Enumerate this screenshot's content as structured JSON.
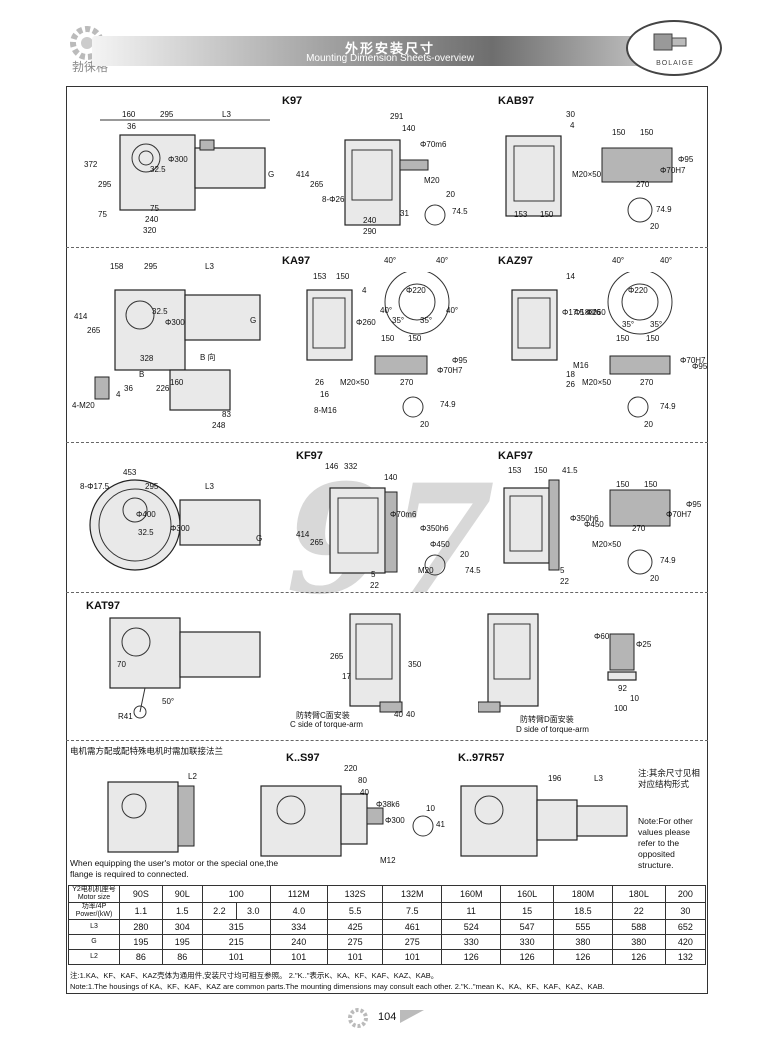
{
  "header": {
    "title_cn": "外形安装尺寸",
    "title_en": "Mounting Dimension Sheets-overview",
    "brand_cn": "勃徕格",
    "badge_text": "BOLAIGE"
  },
  "watermark": "97",
  "sections": {
    "k97": {
      "label": "K97",
      "label2": "KAB97",
      "dims_left": [
        "160",
        "295",
        "L3",
        "36",
        "Φ300",
        "32.5",
        "372",
        "295",
        "G",
        "75",
        "240",
        "320",
        "75"
      ],
      "dims_mid": [
        "291",
        "140",
        "Φ70m6",
        "414",
        "265",
        "8-Φ26",
        "M20",
        "240",
        "290",
        "31",
        "20",
        "74.5"
      ],
      "dims_right": [
        "30",
        "4",
        "150",
        "150",
        "Φ95",
        "Φ70H7",
        "M20×50",
        "270",
        "153",
        "150",
        "74.9",
        "20"
      ]
    },
    "ka97": {
      "label": "KA97",
      "label2": "KAZ97",
      "dims_left": [
        "158",
        "295",
        "L3",
        "414",
        "265",
        "32.5",
        "Φ300",
        "G",
        "328",
        "B 向",
        "B",
        "160",
        "226",
        "36",
        "4",
        "4-M20",
        "83",
        "248"
      ],
      "dims_mid": [
        "153",
        "150",
        "4",
        "Φ260",
        "40°",
        "40°",
        "Φ220",
        "35°",
        "35°",
        "40°",
        "40°",
        "150",
        "150",
        "Φ95",
        "Φ70H7",
        "M20×50",
        "270",
        "26",
        "16",
        "8-M16",
        "74.9",
        "20"
      ],
      "dims_right": [
        "14",
        "Φ17.5",
        "Φ180f6",
        "Φ260",
        "M16",
        "18",
        "26",
        "Φ220",
        "40°",
        "40°",
        "35°",
        "35°",
        "150",
        "150",
        "Φ70H7",
        "Φ95",
        "M20×50",
        "270",
        "74.9",
        "20"
      ]
    },
    "kf97": {
      "label": "KF97",
      "label2": "KAF97",
      "dims_left": [
        "453",
        "8-Φ17.5",
        "295",
        "L3",
        "Φ400",
        "32.5",
        "Φ300",
        "G"
      ],
      "dims_mid": [
        "146",
        "332",
        "140",
        "Φ70m6",
        "414",
        "265",
        "Φ350h6",
        "Φ450",
        "M20",
        "5",
        "22",
        "20",
        "74.5"
      ],
      "dims_right": [
        "153",
        "150",
        "41.5",
        "Φ350h6",
        "Φ450",
        "150",
        "150",
        "Φ95",
        "Φ70H7",
        "270",
        "M20×50",
        "5",
        "22",
        "74.9",
        "20"
      ]
    },
    "kat97": {
      "label": "KAT97",
      "dims": [
        "70",
        "R41",
        "50°",
        "265",
        "17",
        "350",
        "40",
        "40",
        "Φ60",
        "Φ25",
        "92",
        "10",
        "100"
      ],
      "caption_c_cn": "防转臂C面安装",
      "caption_c_en": "C side of torque-arm",
      "caption_d_cn": "防转臂D面安装",
      "caption_d_en": "D side of torque-arm"
    },
    "ks97": {
      "note_cn": "电机需方配或配特殊电机时需加联接法兰",
      "note_en": "When equipping the user's motor or the special one,the flange is required to connected.",
      "label": "K..S97",
      "label2": "K..97R57",
      "dims": [
        "L2",
        "220",
        "80",
        "40",
        "Φ38k6",
        "Φ300",
        "10",
        "41",
        "M12",
        "196",
        "L3"
      ],
      "side_note_cn": "注:其余尺寸见相对应结构形式",
      "side_note_en": "Note:For other values please refer to the opposited structure."
    }
  },
  "spec_table": {
    "row_headers": [
      {
        "cn": "Y2电机机座号",
        "en": "Motor size"
      },
      {
        "cn": "功率/4P",
        "en": "Power/(kW)"
      },
      {
        "cn": "L3",
        "en": ""
      },
      {
        "cn": "G",
        "en": ""
      },
      {
        "cn": "L2",
        "en": ""
      }
    ],
    "motor_sizes": [
      "90S",
      "90L",
      "100",
      "112M",
      "132S",
      "132M",
      "160M",
      "160L",
      "180M",
      "180L",
      "200"
    ],
    "power": [
      "1.1",
      "1.5",
      "2.2",
      "3.0",
      "4.0",
      "5.5",
      "7.5",
      "11",
      "15",
      "18.5",
      "22",
      "30"
    ],
    "L3": [
      "280",
      "304",
      "315",
      "334",
      "425",
      "461",
      "524",
      "547",
      "555",
      "588",
      "652"
    ],
    "G": [
      "195",
      "195",
      "215",
      "240",
      "275",
      "275",
      "330",
      "330",
      "380",
      "380",
      "420"
    ],
    "L2": [
      "86",
      "86",
      "101",
      "101",
      "101",
      "101",
      "126",
      "126",
      "126",
      "126",
      "132"
    ]
  },
  "footnotes": {
    "cn": "注:1.KA、KF、KAF、KAZ壳体为通用件,安装尺寸均可相互参照。 2.\"K..\"表示K、KA、KF、KAF、KAZ、KAB。",
    "en": "Note:1.The housings of KA、KF、KAF、KAZ are common parts.The mounting dimensions may consult each other. 2.\"K..\"mean K、KA、KF、KAF、KAZ、KAB."
  },
  "page_number": "104"
}
